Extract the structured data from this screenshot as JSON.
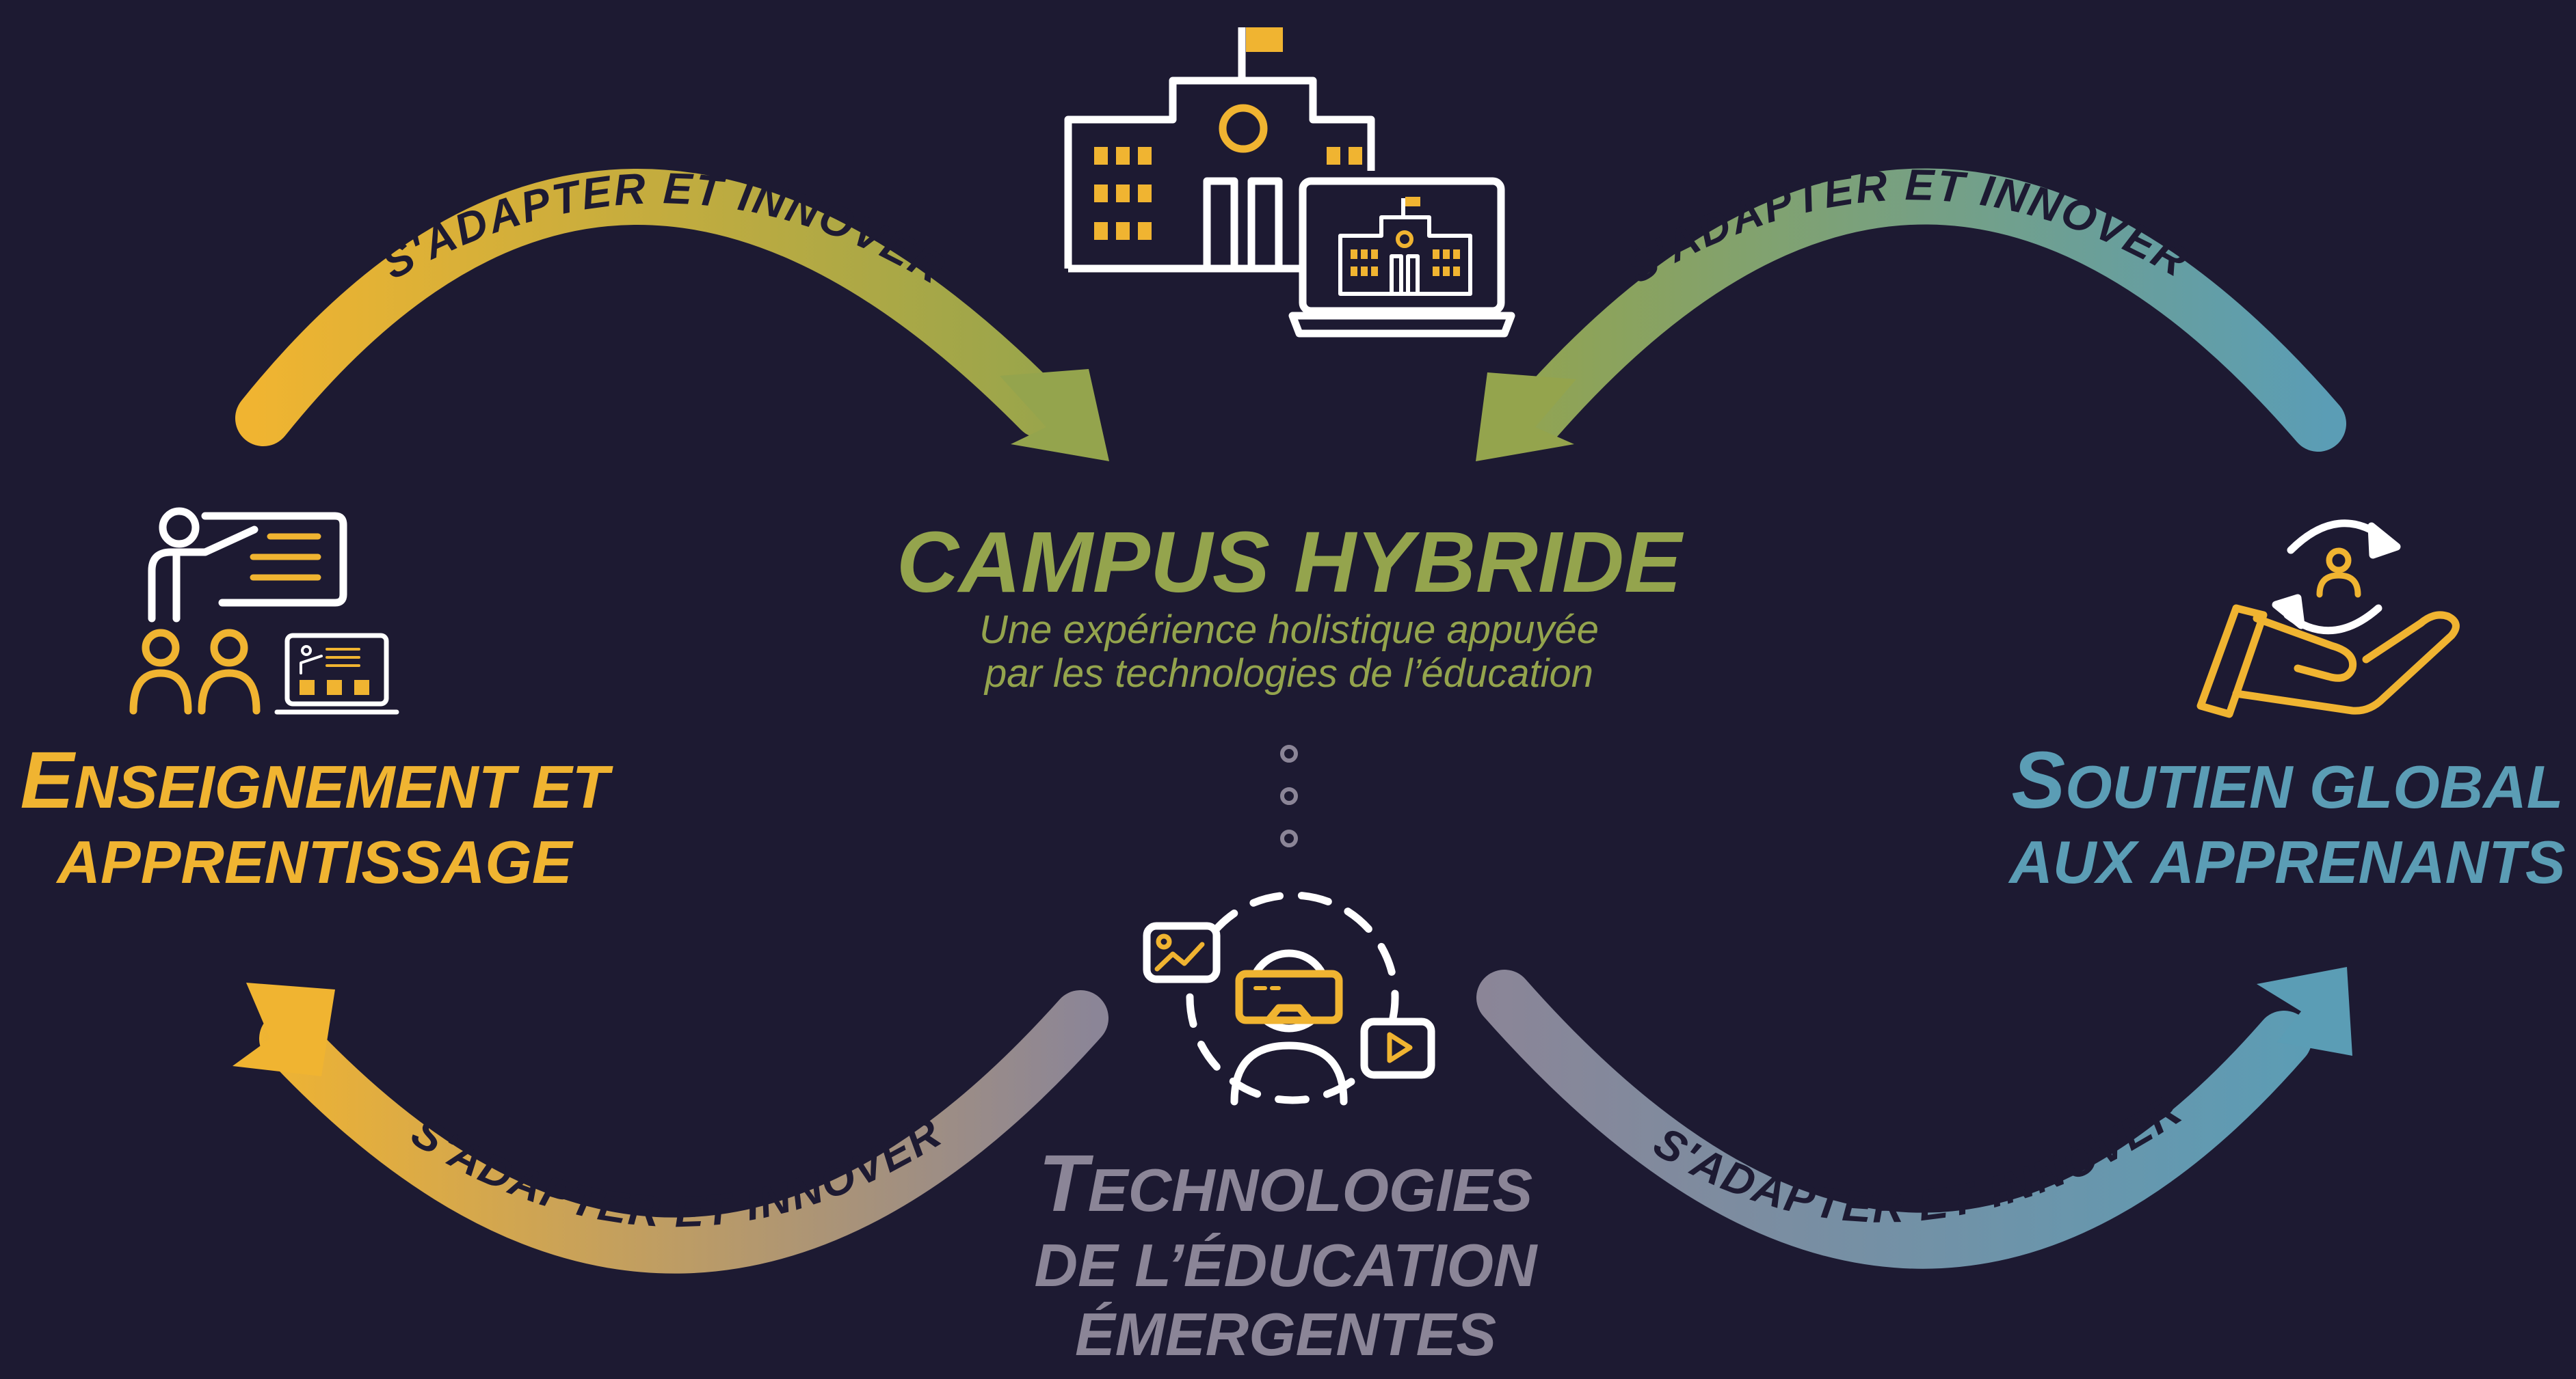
{
  "colors": {
    "background": "#1d1a32",
    "gold": "#f0b431",
    "olive": "#94a44d",
    "teal": "#5b9db5",
    "gray": "#8b8597",
    "white": "#ffffff"
  },
  "arcs": {
    "top_left_label": "S'ADAPTER ET INNOVER",
    "top_right_label": "S'ADAPTER ET INNOVER",
    "bottom_left_label": "S'ADAPTER ET INNOVER",
    "bottom_right_label": "S'ADAPTER ET INNOVER"
  },
  "center": {
    "title": "CAMPUS HYBRIDE",
    "subtitle_line1": "Une expérience holistique appuyée",
    "subtitle_line2": "par les technologies de l’éducation"
  },
  "left_node": {
    "line1_cap": "E",
    "line1_rest": "nseignement et",
    "line2_rest": "apprentissage"
  },
  "right_node": {
    "line1_cap": "S",
    "line1_rest": "outien global",
    "line2_rest": "aux apprenants"
  },
  "bottom_node": {
    "line1_cap": "T",
    "line1_rest": "echnologies",
    "line2_rest": "de l’éducation",
    "line3_rest": "émergentes"
  },
  "icons": {
    "campus": "campus-building-laptop-icon",
    "teaching": "teacher-presentation-students-icon",
    "support": "hand-holding-person-cycle-icon",
    "technology": "vr-headset-person-media-icon"
  }
}
